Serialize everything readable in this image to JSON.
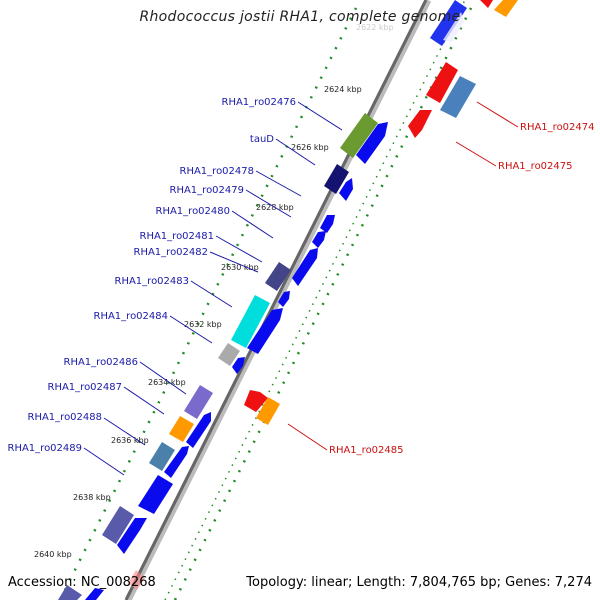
{
  "title": "Rhodococcus jostii RHA1, complete genome",
  "footer": {
    "accession": "Accession: NC_008268",
    "summary": "Topology: linear; Length: 7,804,765 bp; Genes: 7,274"
  },
  "colors": {
    "forward_gene": "#0a0aee",
    "reverse_gene": "#ee0a0a",
    "forward_label": "#1a1aa8",
    "reverse_label": "#cc1010",
    "backbone": "#888888",
    "tick": "#228b22"
  },
  "ticks": [
    "2622 kbp",
    "2624 kbp",
    "2626 kbp",
    "2628 kbp",
    "2630 kbp",
    "2632 kbp",
    "2634 kbp",
    "2636 kbp",
    "2638 kbp",
    "2640 kbp"
  ],
  "forward_labels": [
    "RHA1_ro02476",
    "tauD",
    "RHA1_ro02478",
    "RHA1_ro02479",
    "RHA1_ro02480",
    "RHA1_ro02481",
    "RHA1_ro02482",
    "RHA1_ro02483",
    "RHA1_ro02484",
    "RHA1_ro02486",
    "RHA1_ro02487",
    "RHA1_ro02488",
    "RHA1_ro02489"
  ],
  "reverse_labels": [
    "RHA1_ro02474",
    "RHA1_ro02475",
    "RHA1_ro02485"
  ]
}
